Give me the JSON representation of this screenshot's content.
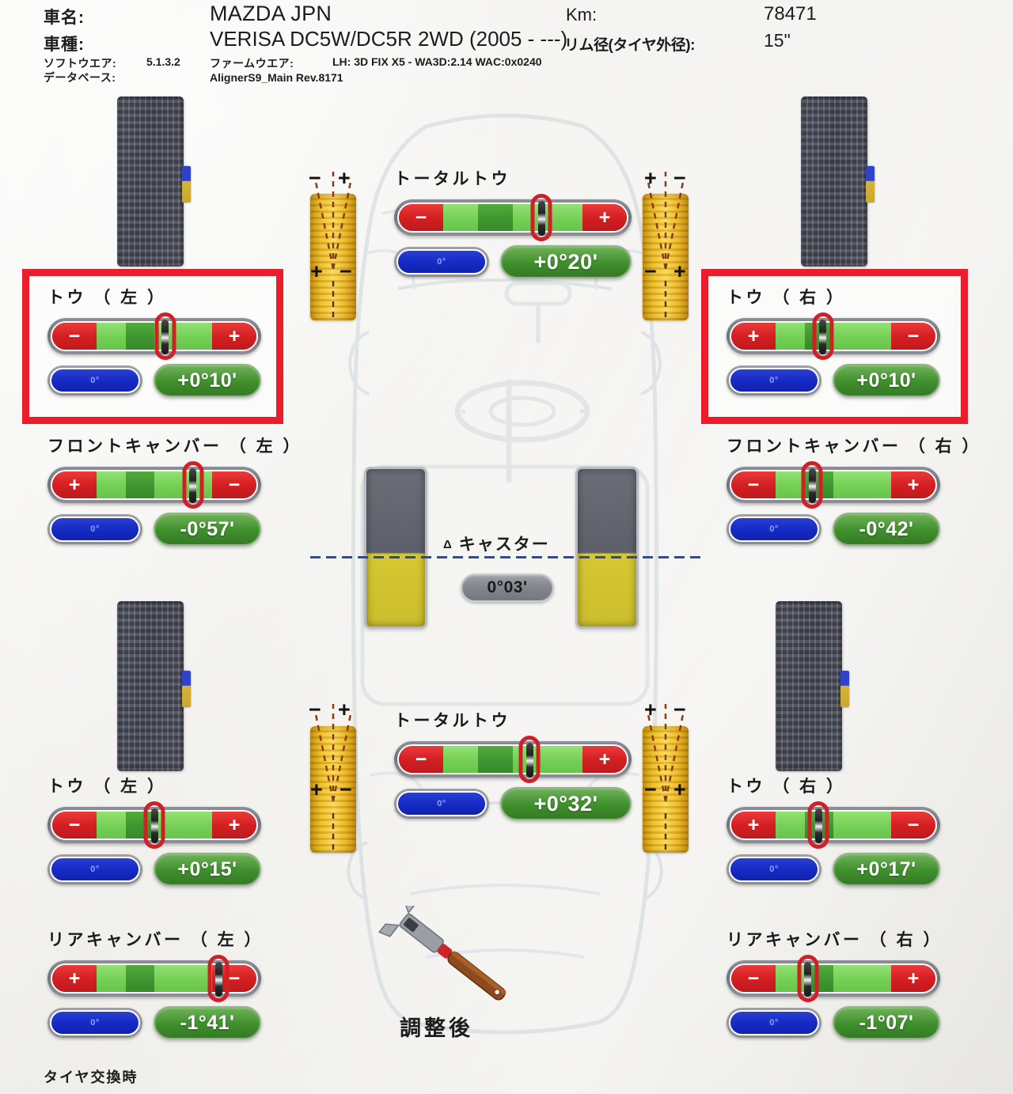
{
  "header": {
    "car_name_label": "車名:",
    "car_name_value": "MAZDA JPN",
    "km_label": "Km:",
    "km_value": "78471",
    "model_label": "車種:",
    "model_value": "VERISA DC5W/DC5R 2WD (2005 - ---)",
    "rim_label": "リム径(タイヤ外径):",
    "rim_value": "15\"",
    "software_label": "ソフトウエア:",
    "software_value": "5.1.3.2",
    "database_label": "データベース:",
    "firmware_label": "ファームウエア:",
    "firmware_value": "LH: 3D FIX X5 - WA3D:2.14 WAC:0x0240",
    "database_value": "AlignerS9_Main Rev.8171"
  },
  "caster": {
    "label": "キャスター",
    "triangle": "Δ",
    "value": "0°03'"
  },
  "captions": {
    "after_adjustment": "調整後",
    "tire_change": "タイヤ交換時"
  },
  "wheel_markers": {
    "front_left_top_minus": "−",
    "front_left_top_plus": "+",
    "front_left_bottom_plus": "+",
    "front_left_bottom_minus": "−",
    "front_right_top_plus": "+",
    "front_right_top_minus": "−",
    "front_right_bottom_minus": "−",
    "front_right_bottom_plus": "+",
    "rear_left_top_minus": "−",
    "rear_left_top_plus": "+",
    "rear_left_bottom_plus": "+",
    "rear_left_bottom_minus": "−",
    "rear_right_top_plus": "+",
    "rear_right_top_minus": "−",
    "rear_right_bottom_minus": "−",
    "rear_right_bottom_plus": "+"
  },
  "gauges": {
    "total_toe_front": {
      "title": "トータルトウ",
      "value": "+0°20'",
      "spec": "0°",
      "left_cap": "−",
      "right_cap": "+",
      "needle_pct": 62
    },
    "toe_front_left": {
      "title": "トウ （ 左 ）",
      "value": "+0°10'",
      "spec": "0°",
      "left_cap": "−",
      "right_cap": "+",
      "needle_pct": 55
    },
    "toe_front_right": {
      "title": "トウ （ 右 ）",
      "value": "+0°10'",
      "spec": "0°",
      "left_cap": "+",
      "right_cap": "−",
      "needle_pct": 45
    },
    "camber_front_left": {
      "title": "フロントキャンバー （ 左 ）",
      "value": "-0°57'",
      "spec": "0°",
      "left_cap": "+",
      "right_cap": "−",
      "needle_pct": 68
    },
    "camber_front_right": {
      "title": "フロントキャンバー （ 右 ）",
      "value": "-0°42'",
      "spec": "0°",
      "left_cap": "−",
      "right_cap": "+",
      "needle_pct": 40
    },
    "total_toe_rear": {
      "title": "トータルトウ",
      "value": "+0°32'",
      "spec": "0°",
      "left_cap": "−",
      "right_cap": "+",
      "needle_pct": 57
    },
    "toe_rear_left": {
      "title": "トウ （ 左 ）",
      "value": "+0°15'",
      "spec": "0°",
      "left_cap": "−",
      "right_cap": "+",
      "needle_pct": 50
    },
    "toe_rear_right": {
      "title": "トウ （ 右 ）",
      "value": "+0°17'",
      "spec": "0°",
      "left_cap": "+",
      "right_cap": "−",
      "needle_pct": 43
    },
    "camber_rear_left": {
      "title": "リアキャンバー （ 左 ）",
      "value": "-1°41'",
      "spec": "0°",
      "left_cap": "+",
      "right_cap": "−",
      "needle_pct": 80
    },
    "camber_rear_right": {
      "title": "リアキャンバー （ 右 ）",
      "value": "-1°07'",
      "spec": "0°",
      "left_cap": "−",
      "right_cap": "+",
      "needle_pct": 38
    }
  },
  "colors": {
    "highlight": "#ed1c2a",
    "negative_cap": "#d51f22",
    "value_green": "#3f8f2c",
    "spec_blue": "#1529c4",
    "caster_line": "#2b46b8"
  }
}
